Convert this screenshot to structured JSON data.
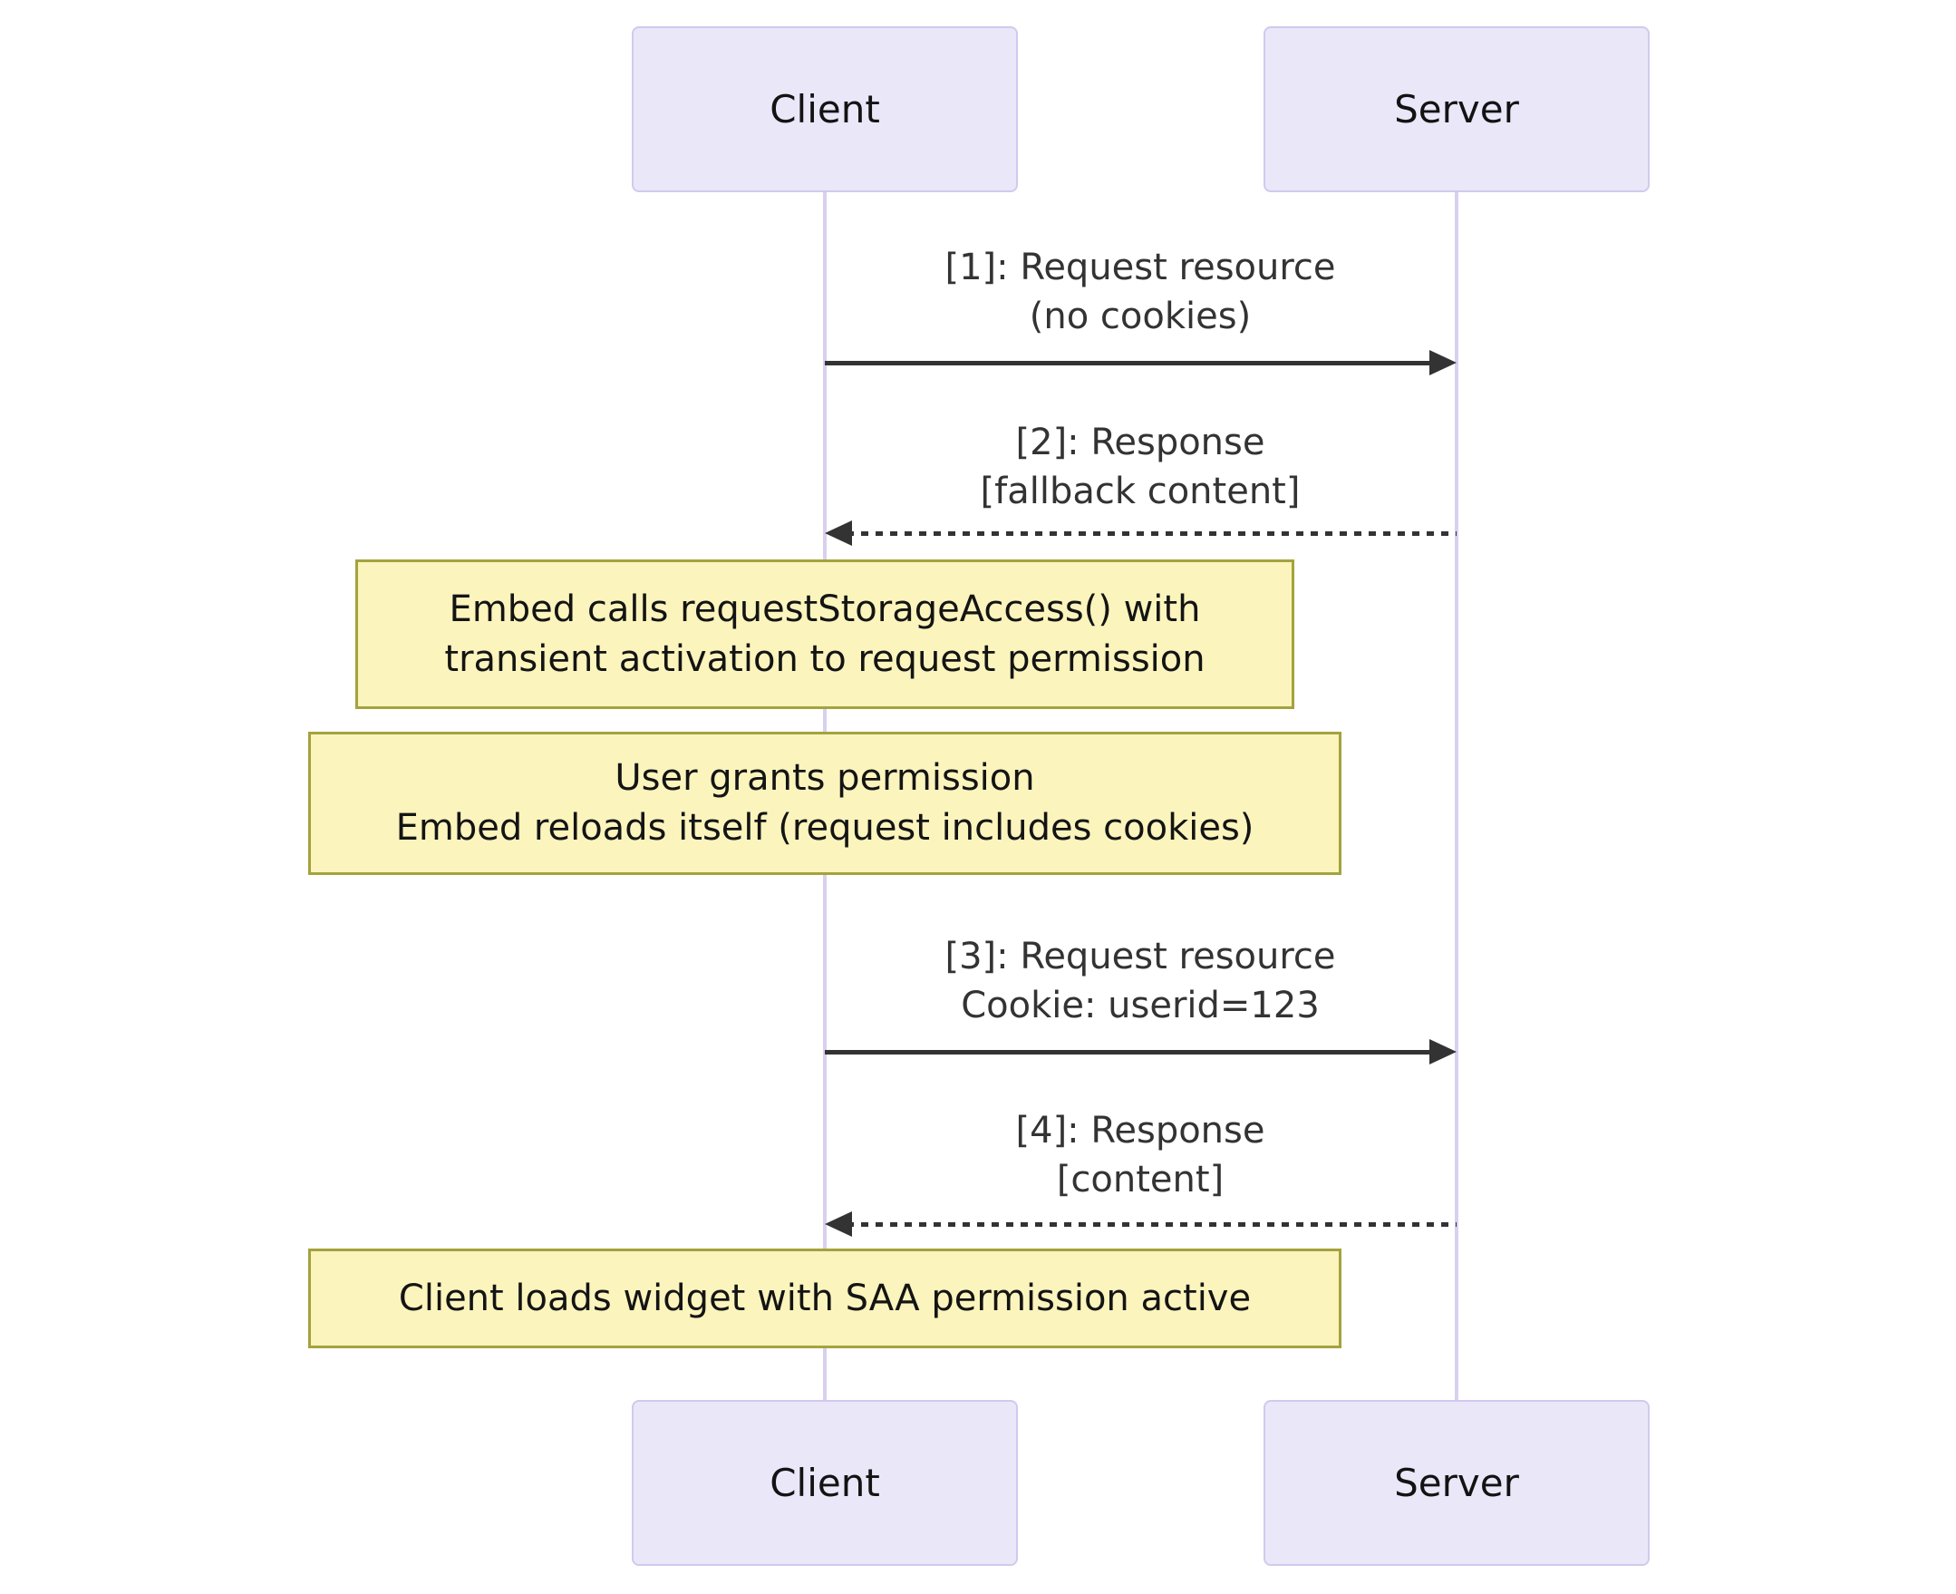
{
  "diagram": {
    "type": "sequence-diagram",
    "actors": [
      {
        "id": "client",
        "label": "Client"
      },
      {
        "id": "server",
        "label": "Server"
      }
    ],
    "messages": [
      {
        "seq": "1",
        "from": "client",
        "to": "server",
        "line_style": "solid",
        "lines": [
          "[1]: Request resource",
          "(no cookies)"
        ]
      },
      {
        "seq": "2",
        "from": "server",
        "to": "client",
        "line_style": "dashed",
        "lines": [
          "[2]: Response",
          "[fallback content]"
        ]
      },
      {
        "seq": "3",
        "from": "client",
        "to": "server",
        "line_style": "solid",
        "lines": [
          "[3]: Request resource",
          "Cookie: userid=123"
        ]
      },
      {
        "seq": "4",
        "from": "server",
        "to": "client",
        "line_style": "dashed",
        "lines": [
          "[4]: Response",
          "[content]"
        ]
      }
    ],
    "notes": [
      {
        "over": "client",
        "lines": [
          "Embed calls requestStorageAccess() with",
          "transient activation to request permission"
        ]
      },
      {
        "over": "client",
        "lines": [
          "User grants permission",
          "Embed reloads itself (request includes cookies)"
        ]
      },
      {
        "over": "client",
        "lines": [
          "Client loads widget with SAA permission active"
        ]
      }
    ],
    "colors": {
      "background": "#ffffff",
      "actor_fill": "#EAE7F9",
      "actor_border": "#D2C9EE",
      "lifeline": "#D9D0F0",
      "arrow": "#333333",
      "message_text": "#333333",
      "note_fill": "#FBF4BD",
      "note_border": "#A3A33D",
      "note_text": "#141414"
    }
  }
}
